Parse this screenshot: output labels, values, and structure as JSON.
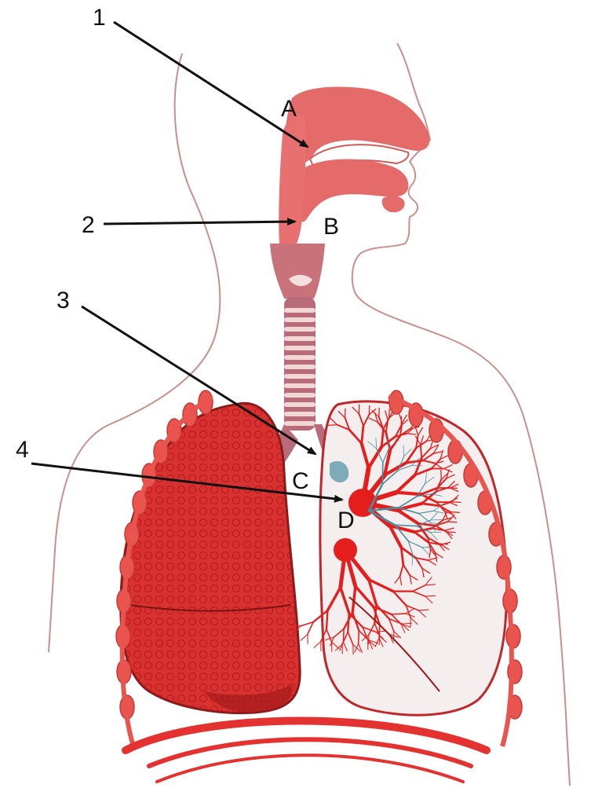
{
  "labels": {
    "num_1": "1",
    "num_2": "2",
    "num_3": "3",
    "num_4": "4",
    "letter_a": "A",
    "letter_b": "B",
    "letter_c": "C",
    "letter_d": "D"
  },
  "colors": {
    "tissue": "#e56a6a",
    "tissue_light": "#f08f86",
    "lung": "#d92b2b",
    "lung_dark": "#a81c1c",
    "vessel": "#e41d1d",
    "vein": "#4a8fa0",
    "rib": "#e9544e",
    "outline": "#c98f8a",
    "trachea_ring": "#f3d6d6",
    "trachea_band": "#b86b78",
    "arrow": "#111111"
  }
}
